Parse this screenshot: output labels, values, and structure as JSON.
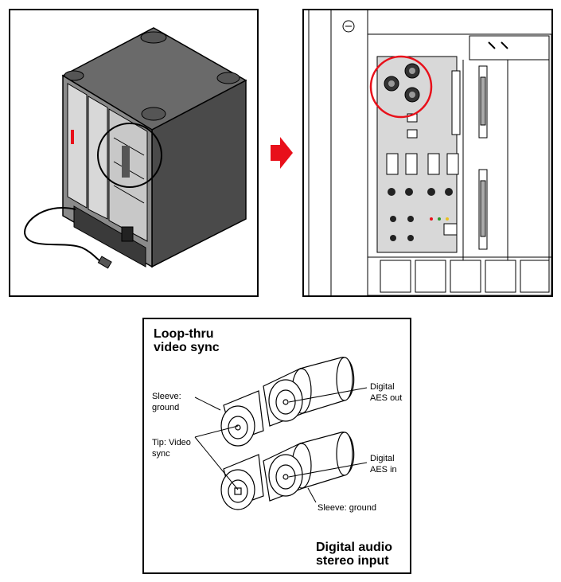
{
  "colors": {
    "outline": "#000000",
    "case_dark": "#4a4a4a",
    "case_top": "#6a6a6a",
    "case_side": "#555555",
    "panel_light": "#d8d8d8",
    "highlight_circle": "#e8101a",
    "arrow": "#e8101a"
  },
  "connector_diagram": {
    "title_top": "Loop-thru\nvideo sync",
    "title_bottom": "Digital audio\nstereo input",
    "labels": {
      "sleeve_ground_left": "Sleeve:\nground",
      "tip_video_sync": "Tip: Video\nsync",
      "digital_aes_out": "Digital\nAES out",
      "digital_aes_in": "Digital\nAES in",
      "sleeve_ground_bottom": "Sleeve: ground"
    }
  },
  "icons": {
    "arrow": "right-arrow-icon",
    "highlight": "highlight-circle"
  }
}
